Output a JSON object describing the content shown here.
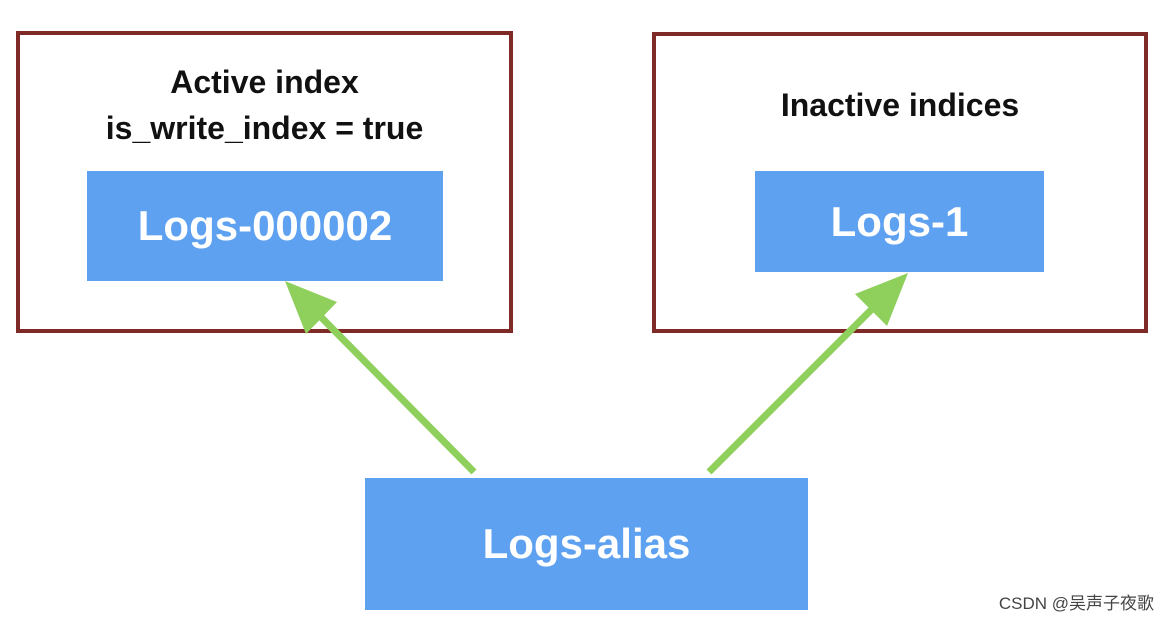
{
  "active_frame": {
    "title_line1": "Active index",
    "title_line2": "is_write_index = true",
    "index_label": "Logs-000002"
  },
  "inactive_frame": {
    "title": "Inactive indices",
    "index_label": "Logs-1"
  },
  "alias": {
    "label": "Logs-alias"
  },
  "colors": {
    "frame_border": "#7f2a26",
    "box_fill": "#5ea1f0",
    "arrow": "#8fcf5c"
  },
  "watermark": {
    "text": "CSDN @吴声子夜歌"
  }
}
